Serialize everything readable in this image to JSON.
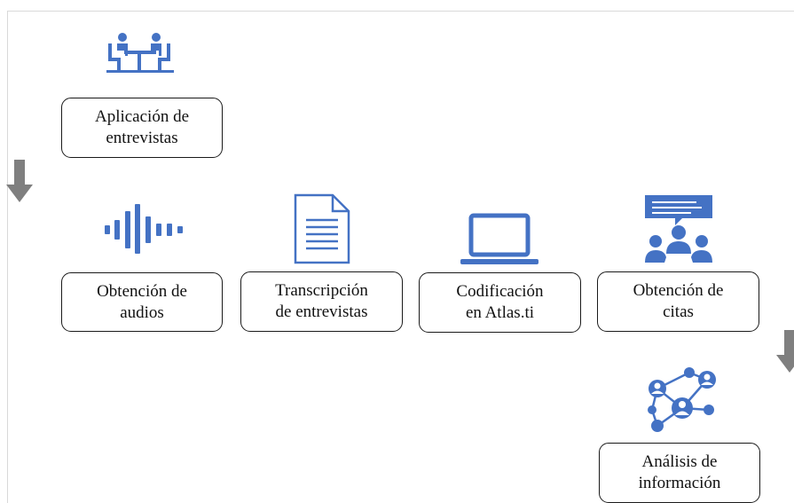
{
  "colors": {
    "icon": "#4472c4",
    "arrow": "#7f7f7f",
    "box_border": "#1a1a1a"
  },
  "steps": [
    {
      "label": "Aplicación de\nentrevistas",
      "icon": "interview-icon"
    },
    {
      "label": "Obtención de\naudios",
      "icon": "audio-wave-icon"
    },
    {
      "label": "Transcripción\nde entrevistas",
      "icon": "document-icon"
    },
    {
      "label": "Codificación\nen Atlas.ti",
      "icon": "laptop-icon"
    },
    {
      "label": "Obtención de\ncitas",
      "icon": "group-chat-icon"
    },
    {
      "label": "Análisis de\ninformación",
      "icon": "network-icon"
    }
  ]
}
